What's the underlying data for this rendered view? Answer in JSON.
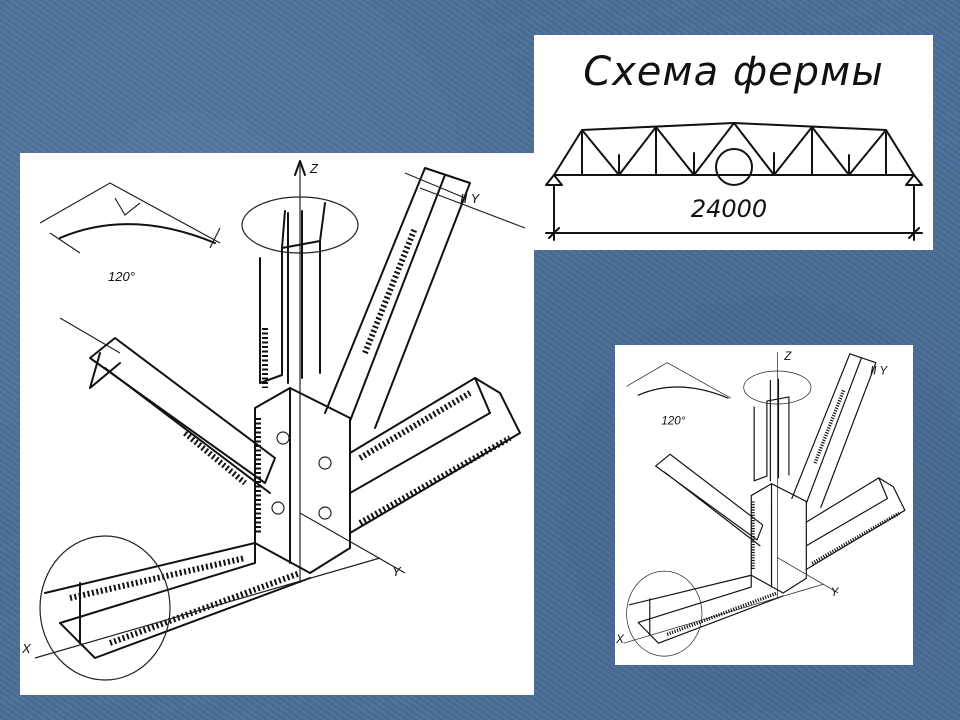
{
  "scheme": {
    "title": "Схема фермы",
    "span": "24000"
  },
  "main_drawing": {
    "angle_label": "120°",
    "axis_z": "Z",
    "axis_y": "Y",
    "axis_y_parallel": "II Y",
    "axis_x": "X"
  },
  "small_drawing": {
    "angle_label": "120°",
    "axis_z": "Z",
    "axis_y": "Y",
    "axis_y_parallel": "II Y",
    "axis_x": "X"
  }
}
